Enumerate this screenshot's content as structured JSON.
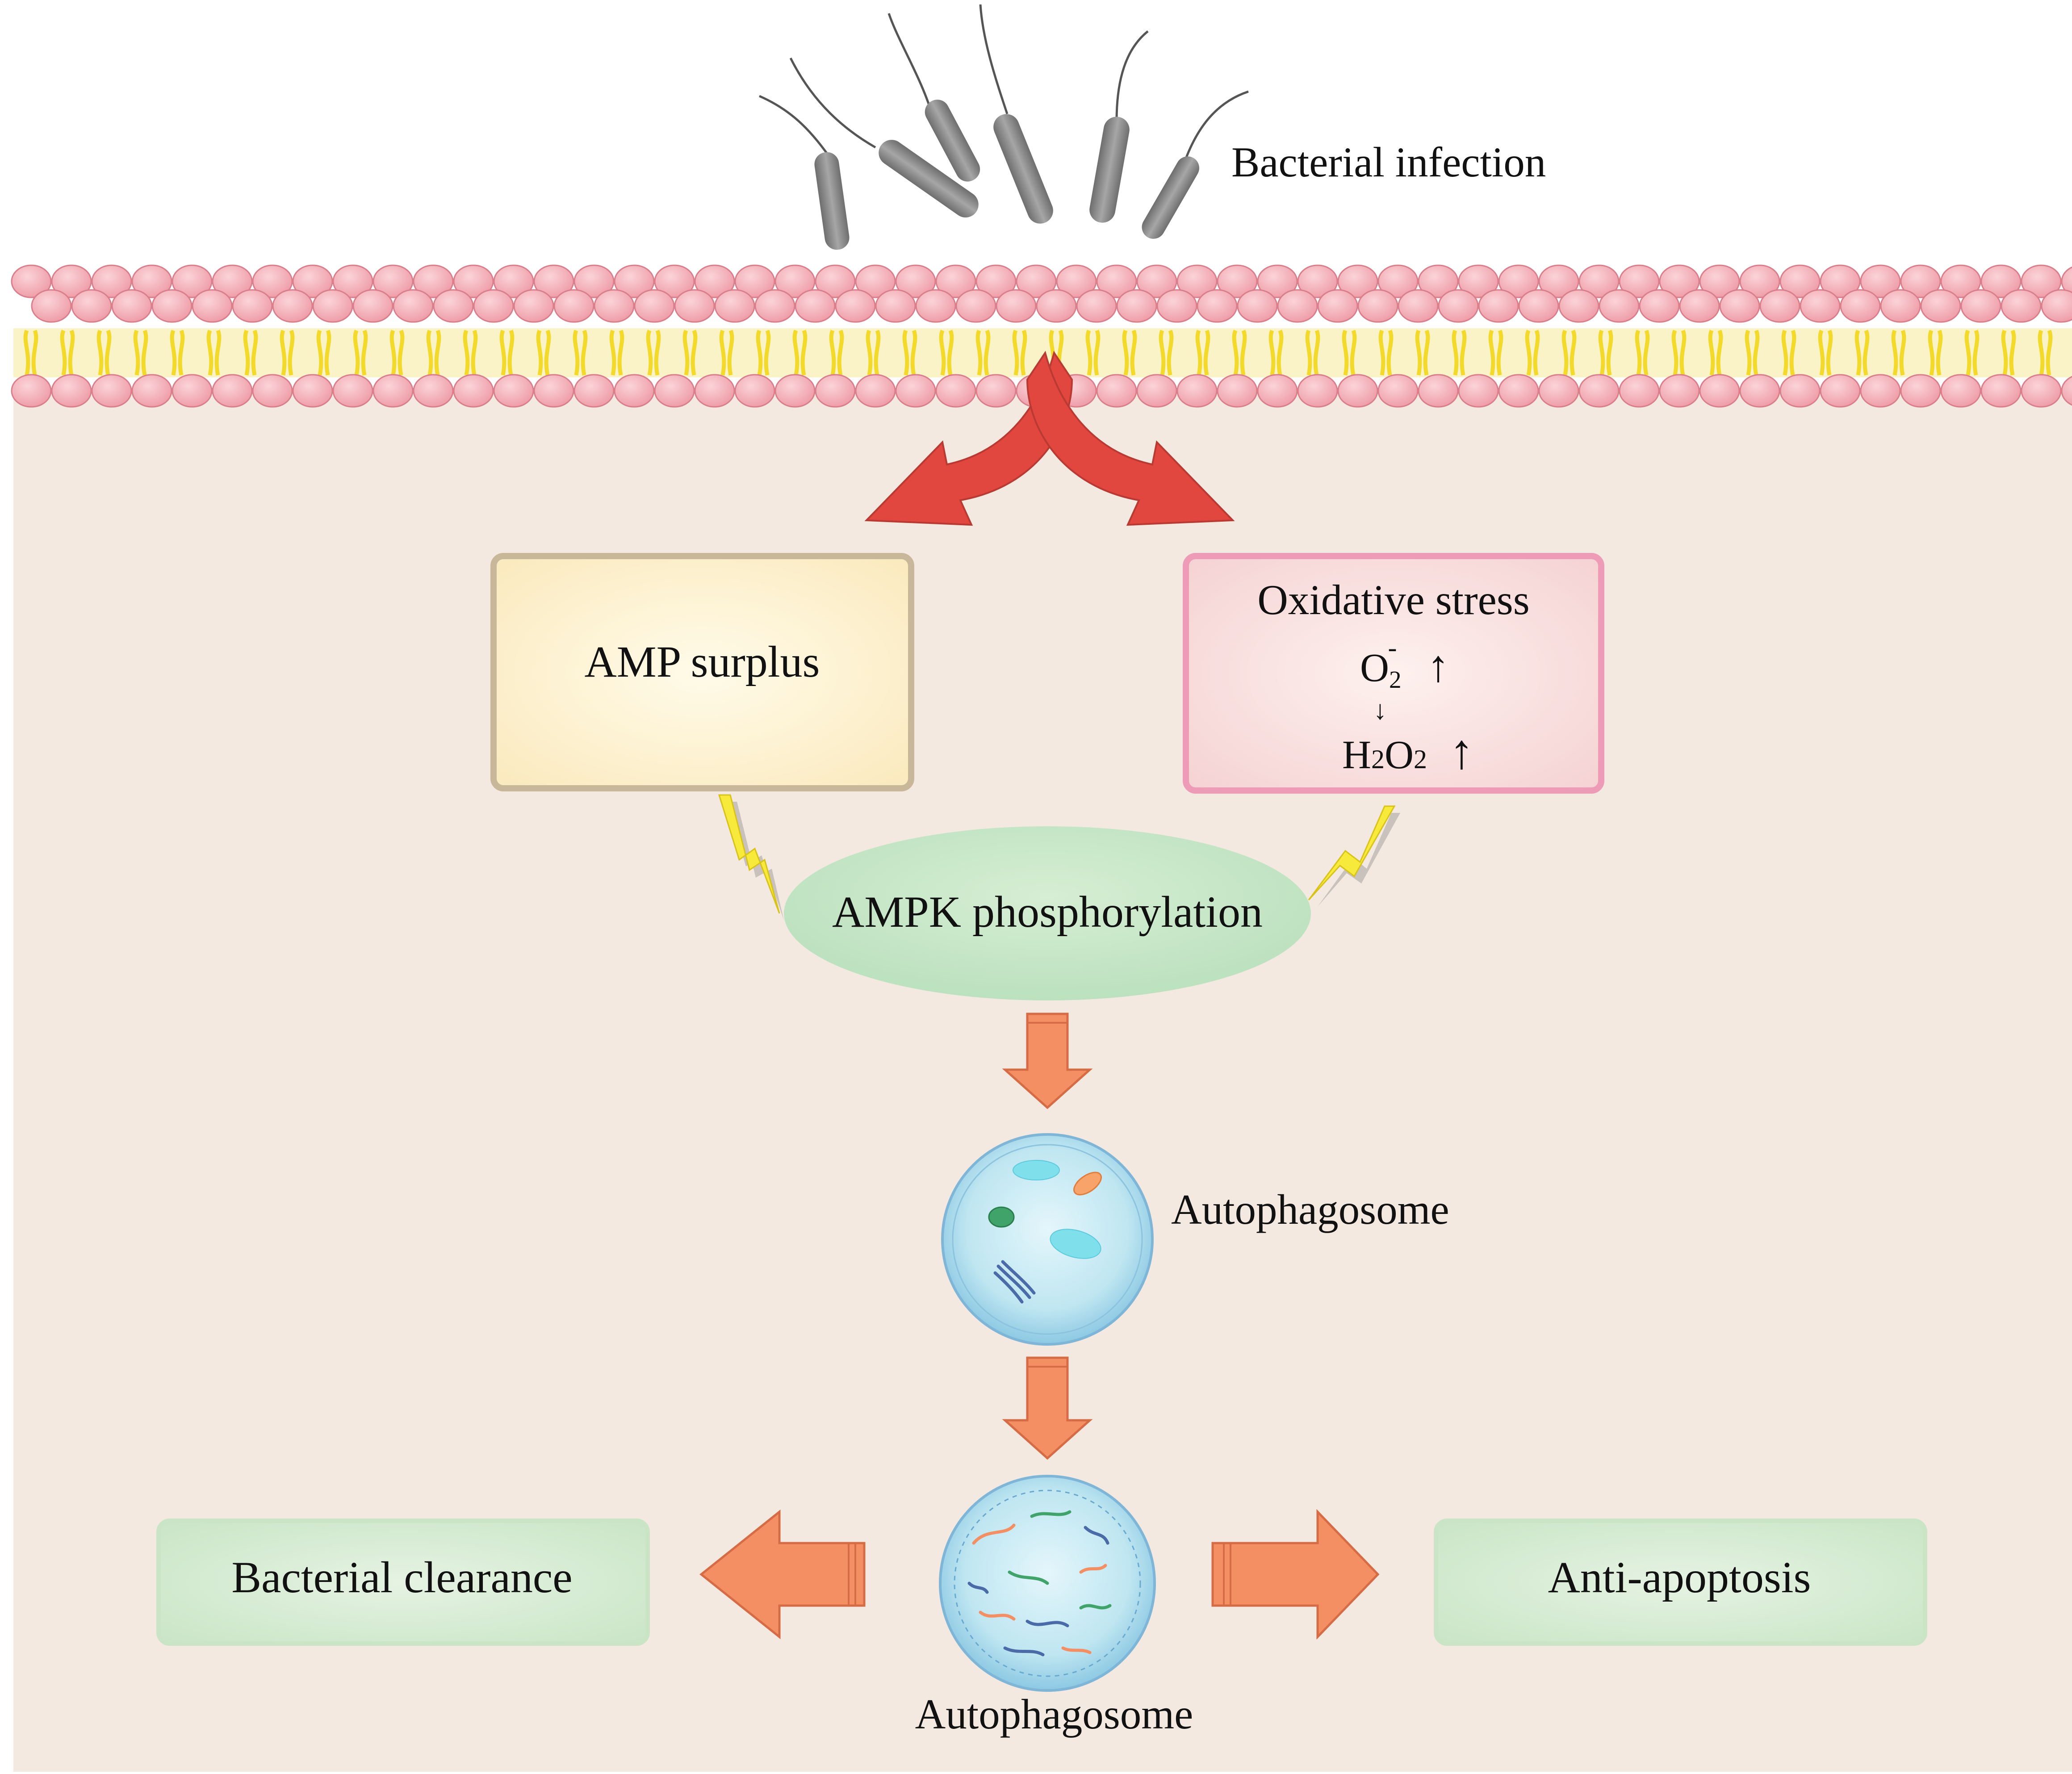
{
  "labels": {
    "bacterial_infection": "Bacterial infection",
    "amp_surplus": "AMP surplus",
    "oxidative_stress": "Oxidative stress",
    "superoxide_base": "O",
    "superoxide_sub": "2",
    "superoxide_sup": "-",
    "down_arrow": "↓",
    "up_arrow": "↑",
    "h2o2_h": "H",
    "h2o2_sub1": "2",
    "h2o2_o": "O",
    "h2o2_sub2": "2",
    "ampk": "AMPK phosphorylation",
    "autophagosome_1": "Autophagosome",
    "autophagosome_2": "Autophagosome",
    "bacterial_clearance": "Bacterial clearance",
    "anti_apoptosis": "Anti-apoptosis"
  },
  "colors": {
    "cytoplasm": "#f3e9e0",
    "membrane_head": "#f2a9b2",
    "membrane_head_edge": "#d97f8c",
    "lipid_tail": "#f7e35a",
    "red_arrow": "#e2473f",
    "orange_arrow": "#f48e63",
    "amp_box_fill": "#fdf2cf",
    "amp_box_border": "#c9b79a",
    "ox_box_fill": "#f9e2e1",
    "ox_box_border": "#ee9bb7",
    "ampk_fill": "#c7e6c7",
    "green_box_fill": "#d6ebd4",
    "lightning": "#f7ea3a",
    "bacteria": "#8f8f8f",
    "autophagosome": "#a8d8ea"
  }
}
